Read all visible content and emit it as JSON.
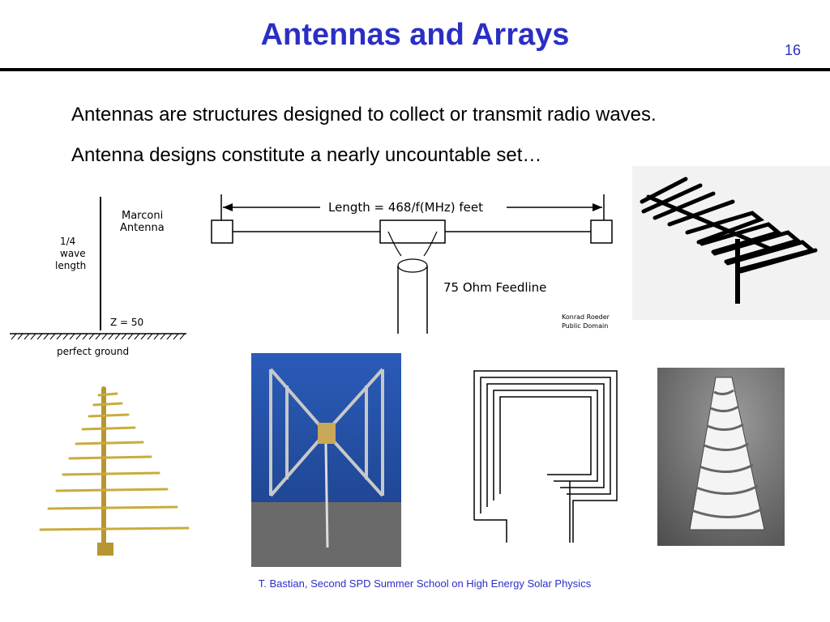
{
  "slide": {
    "title": "Antennas and Arrays",
    "number": "16",
    "lines": [
      "Antennas are structures designed to collect or transmit radio waves.",
      "Antenna designs constitute a nearly uncountable set…"
    ],
    "footer": "T. Bastian, Second SPD Summer School on High Energy Solar Physics"
  },
  "figures": {
    "marconi": {
      "name": "Marconi",
      "name2": "Antenna",
      "quarter": "1/4",
      "wave": "wave",
      "length": "length",
      "impedance": "Z = 50",
      "ground": "perfect ground"
    },
    "dipole": {
      "length_label": "Length = 468/f(MHz) feet",
      "feed_label": "75 Ohm Feedline",
      "credit1": "Konrad Roeder",
      "credit2": "Public Domain"
    }
  },
  "colors": {
    "title": "#2a2fc4",
    "gold_rods": "#c9ac3c",
    "blue_backdrop": "#1f4fa8"
  }
}
